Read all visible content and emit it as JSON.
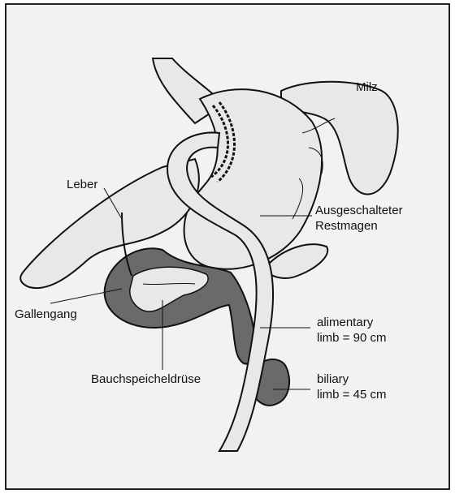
{
  "labels": {
    "milz": "Milz",
    "leber": "Leber",
    "restmagen": "Ausgeschalteter\nRestmagen",
    "gallengang": "Gallengang",
    "bauchspeicheldruese": "Bauchspeicheldrüse",
    "alimentary": "alimentary\nlimb = 90 cm",
    "biliary": "biliary\nlimb = 45 cm"
  },
  "colors": {
    "background": "#f2f2f2",
    "organ_fill": "#e8e8e8",
    "limb_fill": "#6a6a6a",
    "outline": "#111111"
  }
}
